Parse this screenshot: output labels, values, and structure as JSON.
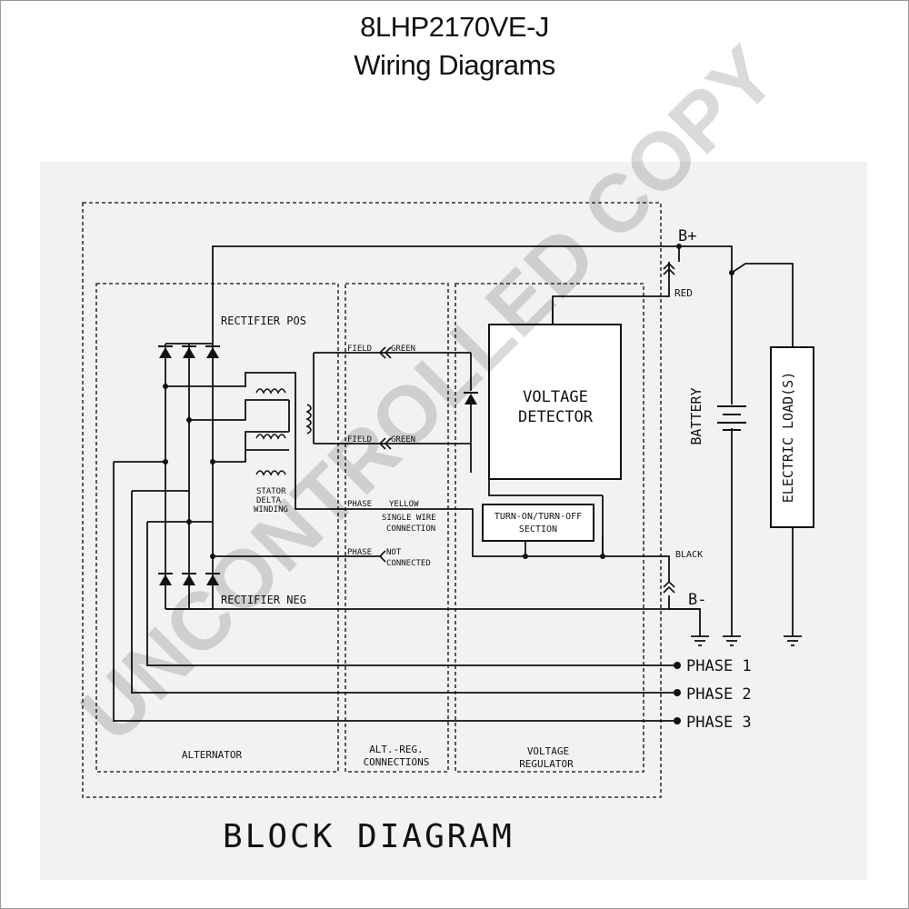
{
  "header": {
    "title": "8LHP2170VE-J",
    "subtitle": "Wiring Diagrams"
  },
  "watermark": "UNCONTROLLED COPY",
  "diagram": {
    "caption": "BLOCK DIAGRAM",
    "sections": {
      "alternator": "ALTERNATOR",
      "connections_line1": "ALT.-REG.",
      "connections_line2": "CONNECTIONS",
      "regulator_line1": "VOLTAGE",
      "regulator_line2": "REGULATOR"
    },
    "labels": {
      "b_plus": "B+",
      "b_minus": "B-",
      "red": "RED",
      "black": "BLACK",
      "rectifier_pos": "RECTIFIER POS",
      "rectifier_neg": "RECTIFIER NEG",
      "stator_1": "STATOR",
      "stator_2": "DELTA",
      "stator_3": "WINDING",
      "field_1": "FIELD",
      "green_1": "GREEN",
      "field_2": "FIELD",
      "green_2": "GREEN",
      "phase_tag_1": "PHASE",
      "yellow": "YELLOW",
      "single_wire_1": "SINGLE WIRE",
      "single_wire_2": "CONNECTION",
      "phase_tag_2": "PHASE",
      "not_conn_1": "NOT",
      "not_conn_2": "CONNECTED",
      "vd_line1": "VOLTAGE",
      "vd_line2": "DETECTOR",
      "turn_line1": "TURN-ON/TURN-OFF",
      "turn_line2": "SECTION",
      "battery": "BATTERY",
      "electric_load": "ELECTRIC LOAD(S)",
      "phase1": "PHASE 1",
      "phase2": "PHASE 2",
      "phase3": "PHASE 3"
    }
  },
  "colors": {
    "ink": "#111111",
    "panel": "#f2f2f2",
    "watermark": "#000000"
  }
}
